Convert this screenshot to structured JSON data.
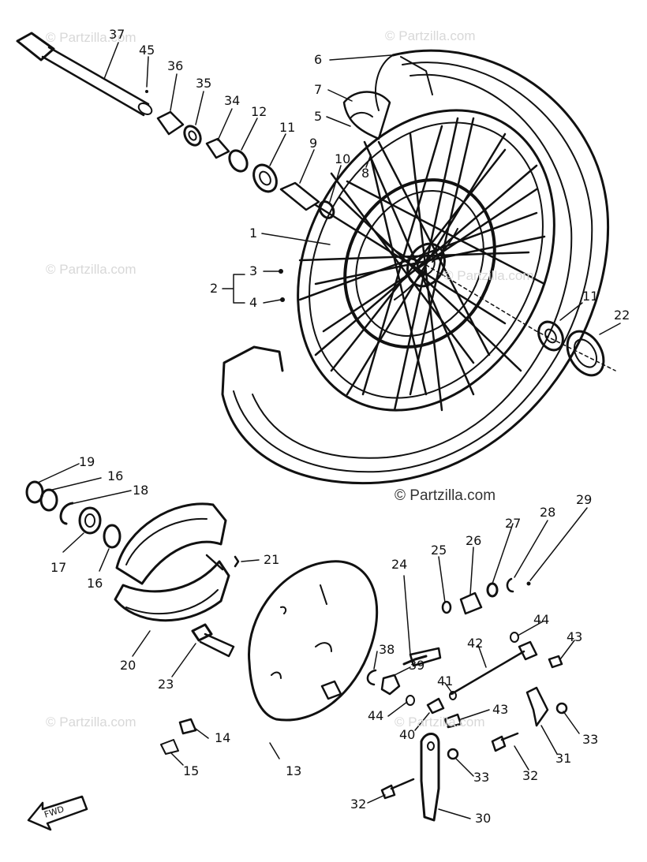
{
  "watermark": "© Partzilla.com",
  "fwd_label": "FWD",
  "callouts": [
    {
      "id": "c37",
      "text": "37"
    },
    {
      "id": "c45",
      "text": "45"
    },
    {
      "id": "c36",
      "text": "36"
    },
    {
      "id": "c35",
      "text": "35"
    },
    {
      "id": "c34",
      "text": "34"
    },
    {
      "id": "c12",
      "text": "12"
    },
    {
      "id": "c11a",
      "text": "11"
    },
    {
      "id": "c9",
      "text": "9"
    },
    {
      "id": "c10",
      "text": "10"
    },
    {
      "id": "c8",
      "text": "8"
    },
    {
      "id": "c5",
      "text": "5"
    },
    {
      "id": "c7",
      "text": "7"
    },
    {
      "id": "c6",
      "text": "6"
    },
    {
      "id": "c1",
      "text": "1"
    },
    {
      "id": "c2",
      "text": "2"
    },
    {
      "id": "c3",
      "text": "3"
    },
    {
      "id": "c4",
      "text": "4"
    },
    {
      "id": "c11b",
      "text": "11"
    },
    {
      "id": "c22",
      "text": "22"
    },
    {
      "id": "c19",
      "text": "19"
    },
    {
      "id": "c16a",
      "text": "16"
    },
    {
      "id": "c18",
      "text": "18"
    },
    {
      "id": "c17",
      "text": "17"
    },
    {
      "id": "c16b",
      "text": "16"
    },
    {
      "id": "c21",
      "text": "21"
    },
    {
      "id": "c20",
      "text": "20"
    },
    {
      "id": "c23",
      "text": "23"
    },
    {
      "id": "c14",
      "text": "14"
    },
    {
      "id": "c15",
      "text": "15"
    },
    {
      "id": "c13",
      "text": "13"
    },
    {
      "id": "c24",
      "text": "24"
    },
    {
      "id": "c25",
      "text": "25"
    },
    {
      "id": "c26",
      "text": "26"
    },
    {
      "id": "c27",
      "text": "27"
    },
    {
      "id": "c28",
      "text": "28"
    },
    {
      "id": "c29",
      "text": "29"
    },
    {
      "id": "c44a",
      "text": "44"
    },
    {
      "id": "c42",
      "text": "42"
    },
    {
      "id": "c43a",
      "text": "43"
    },
    {
      "id": "c38",
      "text": "38"
    },
    {
      "id": "c39",
      "text": "39"
    },
    {
      "id": "c41",
      "text": "41"
    },
    {
      "id": "c44b",
      "text": "44"
    },
    {
      "id": "c43b",
      "text": "43"
    },
    {
      "id": "c40",
      "text": "40"
    },
    {
      "id": "c33a",
      "text": "33"
    },
    {
      "id": "c31",
      "text": "31"
    },
    {
      "id": "c32a",
      "text": "32"
    },
    {
      "id": "c33b",
      "text": "33"
    },
    {
      "id": "c32b",
      "text": "32"
    },
    {
      "id": "c30",
      "text": "30"
    }
  ]
}
